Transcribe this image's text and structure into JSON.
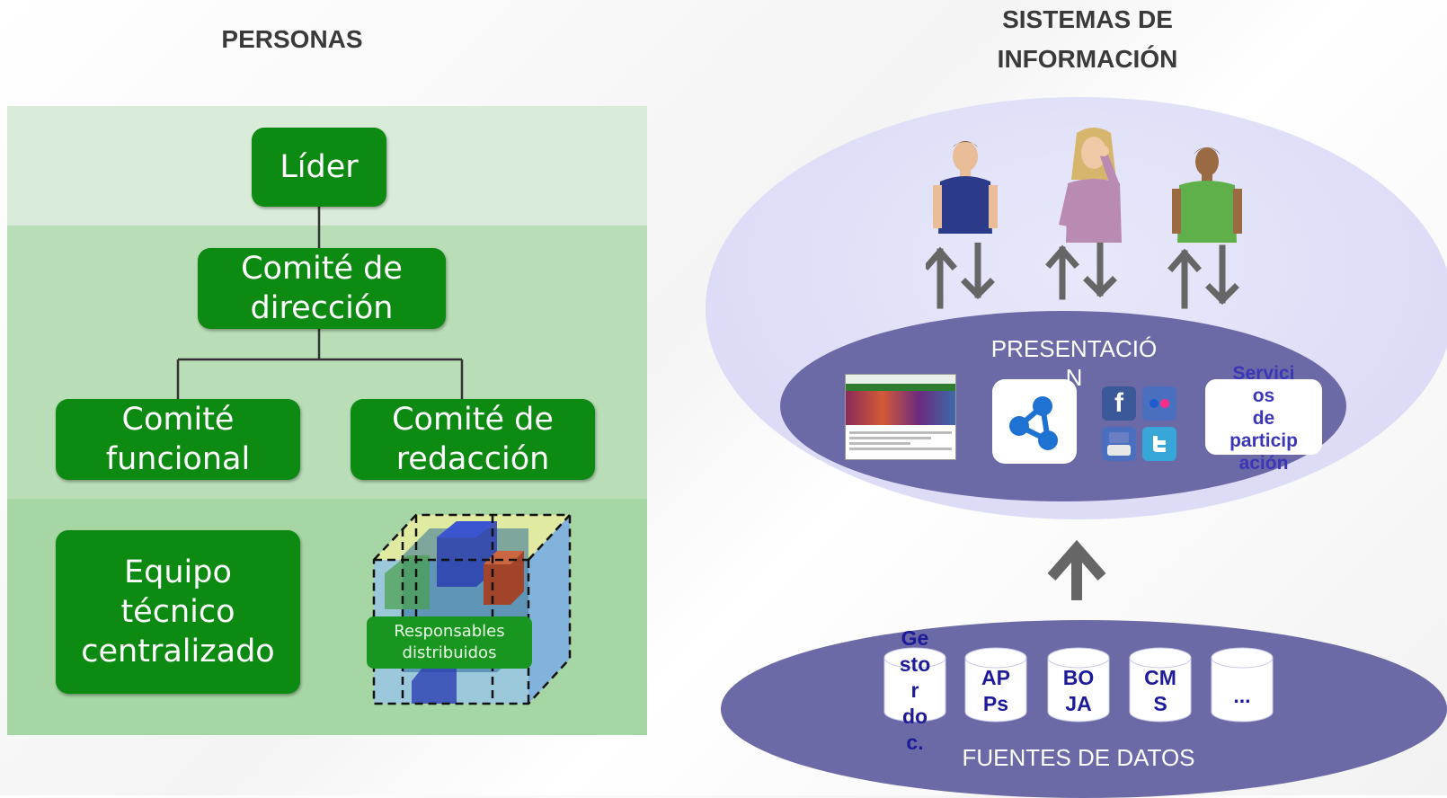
{
  "left_heading": "PERSONAS",
  "right_heading": "SISTEMAS DE\nINFORMACIÓN",
  "org": {
    "lider": "Líder",
    "direccion": "Comité de\ndirección",
    "funcional": "Comité\nfuncional",
    "redaccion": "Comité de\nredacción",
    "equipo": "Equipo\ntécnico\ncentralizado",
    "responsables": "Responsables\ndistribuidos"
  },
  "presentation": {
    "label": "PRESENTACIÓ\nN",
    "services": "Servici\nos\nde\nparticip\nación"
  },
  "sources": {
    "label": "FUENTES DE DATOS",
    "items": [
      "Ge\nsto\nr\ndo\nc.",
      "AP\nPs",
      "BO\nJA",
      "CM\nS",
      "..."
    ]
  },
  "icons": [
    "person-blue-shirt-icon",
    "person-woman-icon",
    "person-green-shirt-icon",
    "portal-thumbnail-icon",
    "rdf-share-icon",
    "facebook-icon",
    "flickr-icon",
    "youtube-icon",
    "twitter-icon",
    "database-icon"
  ],
  "colors": {
    "org_green": "#0c8a12",
    "ellipse_purple": "#6b6aa6",
    "outer_lavender": "#d7d7f5",
    "arrow_gray": "#666666"
  }
}
